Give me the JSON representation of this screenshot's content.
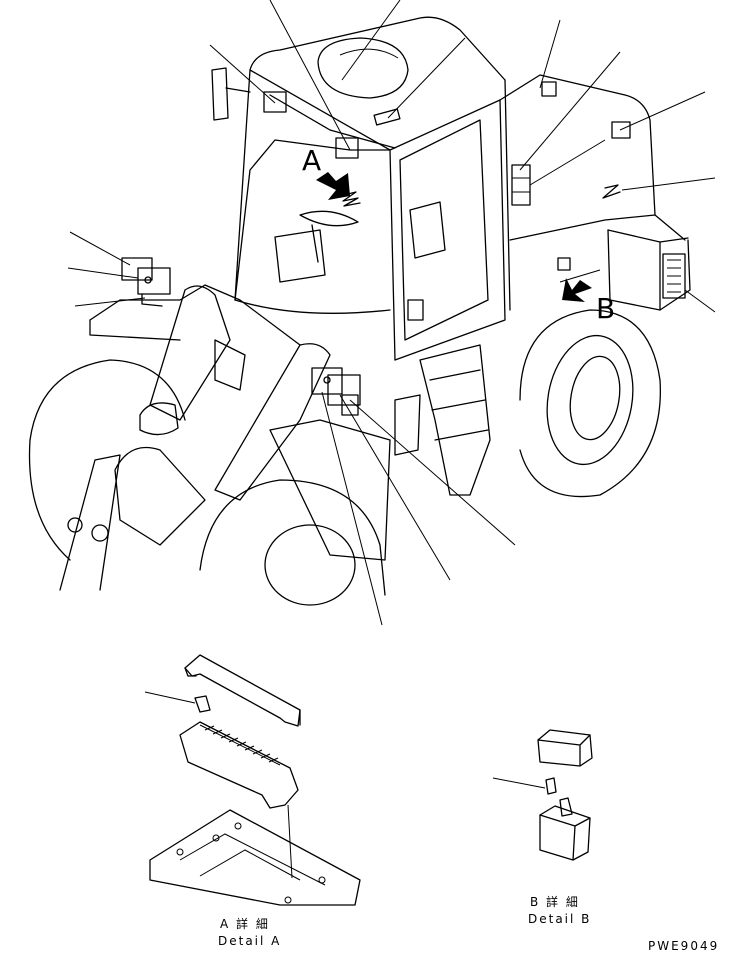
{
  "view_labels": {
    "a": "A",
    "b": "B"
  },
  "detail_a": {
    "title_jp": "A 詳 細",
    "title_en": "Detail A"
  },
  "detail_b": {
    "title_jp": "B 詳 細",
    "title_en": "Detail B"
  },
  "drawing_code": "PWE9049"
}
